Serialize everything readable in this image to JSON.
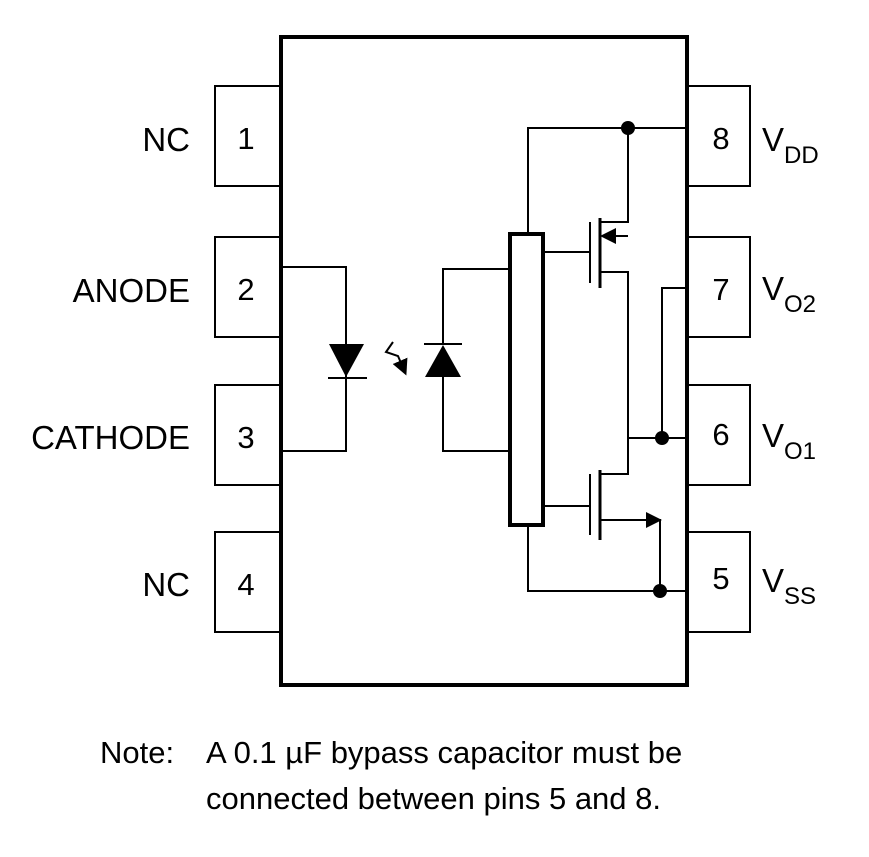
{
  "pins": [
    {
      "number": "1",
      "name": "NC"
    },
    {
      "number": "2",
      "name": "ANODE"
    },
    {
      "number": "3",
      "name": "CATHODE"
    },
    {
      "number": "4",
      "name": "NC"
    },
    {
      "number": "5",
      "name_main": "V",
      "name_sub": "SS"
    },
    {
      "number": "6",
      "name_main": "V",
      "name_sub": "O1"
    },
    {
      "number": "7",
      "name_main": "V",
      "name_sub": "O2"
    },
    {
      "number": "8",
      "name_main": "V",
      "name_sub": "DD"
    }
  ],
  "note": {
    "prefix": "Note:",
    "line1": "A 0.1 µF bypass capacitor must be",
    "line2": "connected between pins 5 and 8."
  }
}
